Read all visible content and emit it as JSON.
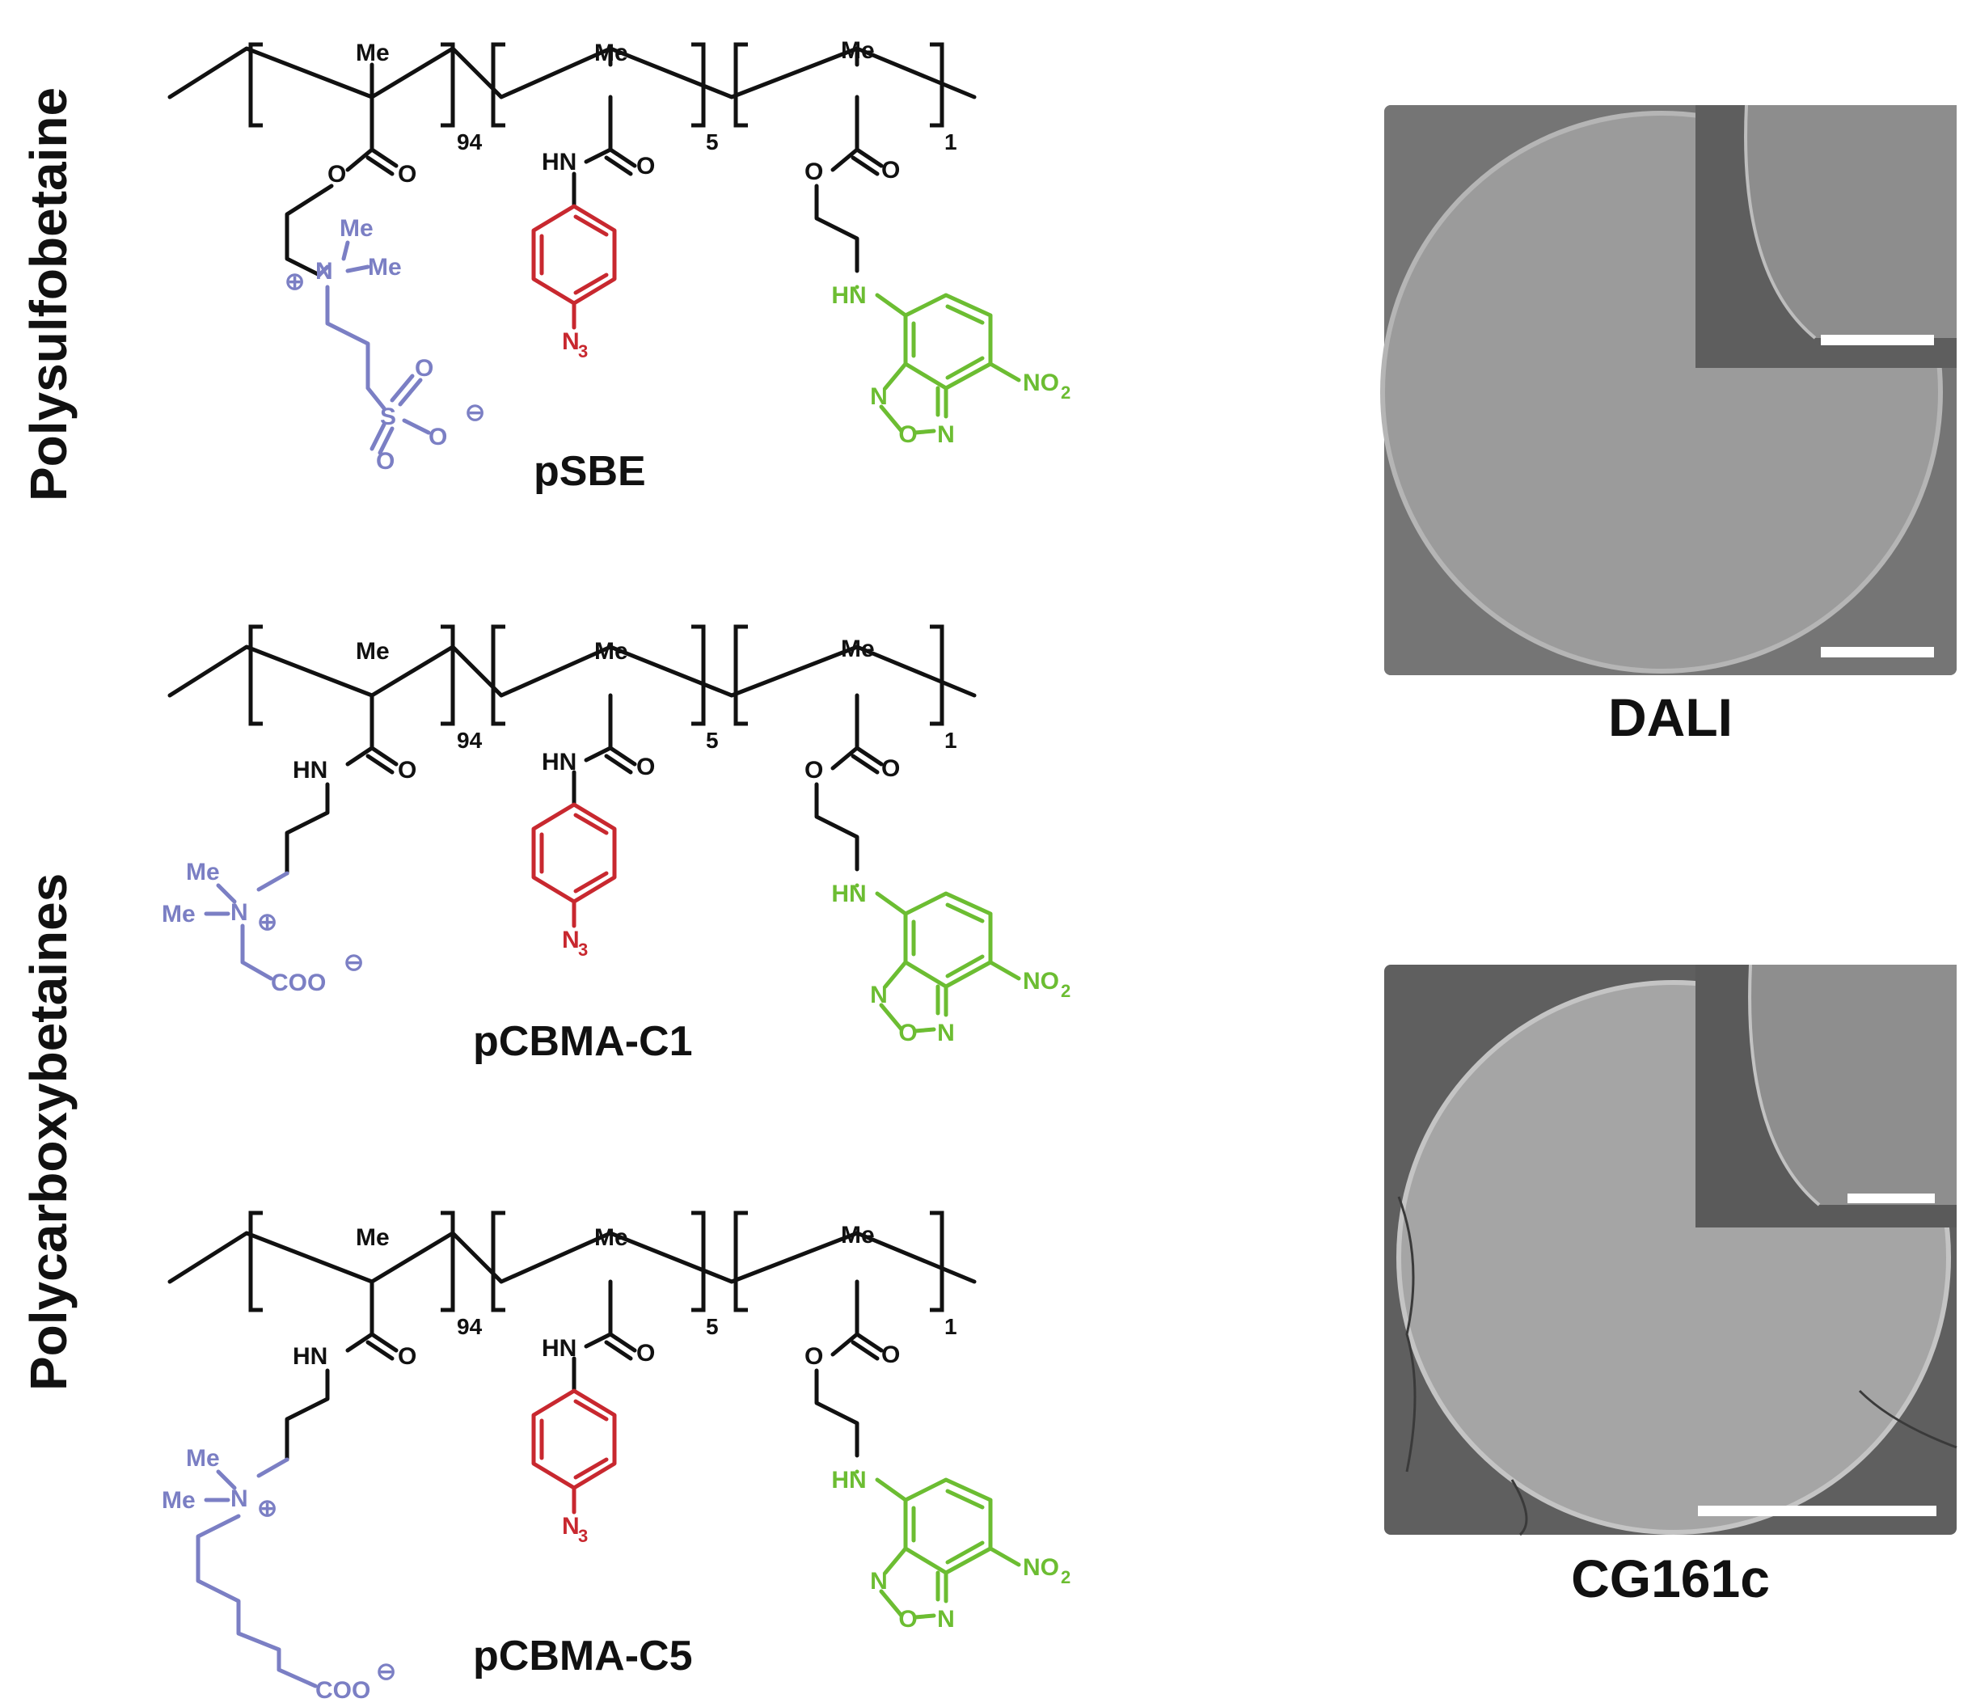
{
  "colors": {
    "black": "#111111",
    "sulfobetaine_blue": "#7b7fc4",
    "azide_red": "#c8282f",
    "nbd_green": "#6cbd32",
    "sem_gray": "#7a7a7a"
  },
  "side_labels": {
    "top": "Polysulfobetaine",
    "bottom": "Polycarboxybetaines"
  },
  "polymers": [
    {
      "name": "pSBE",
      "subscripts": [
        "94",
        "5",
        "1"
      ]
    },
    {
      "name": "pCBMA-C1",
      "subscripts": [
        "94",
        "5",
        "1"
      ]
    },
    {
      "name": "pCBMA-C5",
      "subscripts": [
        "94",
        "5",
        "1"
      ]
    }
  ],
  "atoms": {
    "me": "Me",
    "o": "O",
    "hn": "HN",
    "n": "N",
    "s": "S",
    "n3_main": "N",
    "n3_sub": "3",
    "no2_main": "NO",
    "no2_sub": "2",
    "coo": "COO",
    "plus": "⊕",
    "minus": "⊖"
  },
  "sem_images": [
    {
      "label": "DALI"
    },
    {
      "label": "CG161c"
    }
  ]
}
